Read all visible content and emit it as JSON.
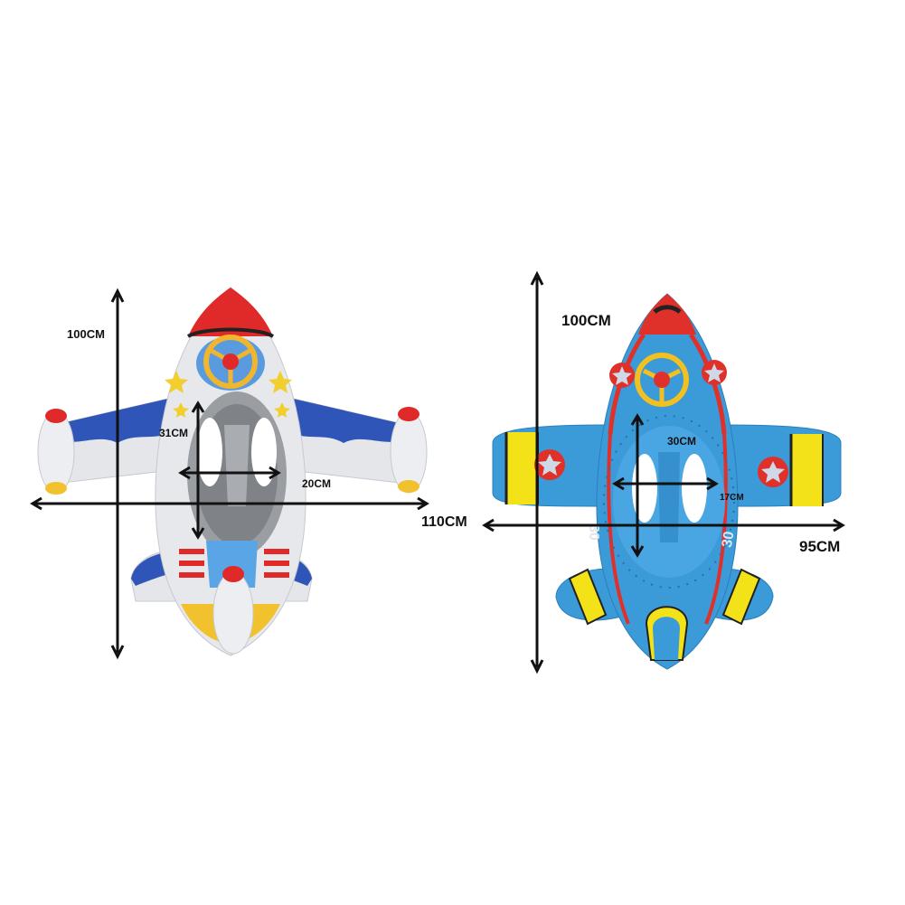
{
  "image": {
    "description": "Product dimension diagram of two inflatable baby airplane swim seats",
    "background": "#ffffff"
  },
  "products": [
    {
      "name": "white-rocket-plane-float",
      "colors": {
        "body": "#e4e6ea",
        "accent_blue": "#2f55b8",
        "accent_red": "#e02a2a",
        "accent_yellow": "#f2c12e",
        "seat": "#8c8f94"
      },
      "dimensions": {
        "total_height": "100CM",
        "total_width": "110CM",
        "seat_height": "31CM",
        "seat_width": "20CM"
      }
    },
    {
      "name": "blue-jet-plane-float",
      "colors": {
        "body": "#3b9ad8",
        "accent_red": "#e0302a",
        "accent_yellow": "#f4e218",
        "star": "#cfd8e6"
      },
      "dimensions": {
        "total_height": "100CM",
        "total_width": "95CM",
        "seat_height": "30CM",
        "seat_width": "17CM"
      },
      "body_number": "30"
    }
  ]
}
